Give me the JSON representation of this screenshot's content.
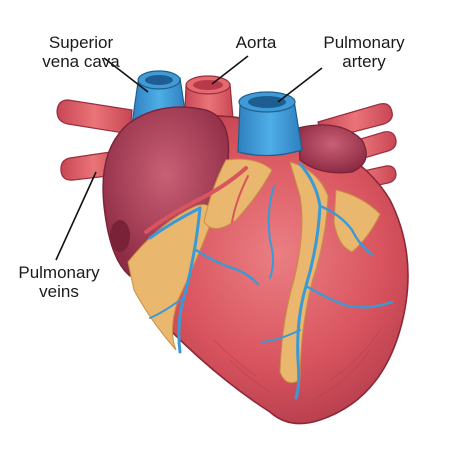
{
  "labels": {
    "superior_vena_cava": {
      "line1": "Superior",
      "line2": "vena cava"
    },
    "aorta": {
      "line1": "Aorta"
    },
    "pulmonary_artery": {
      "line1": "Pulmonary",
      "line2": "artery"
    },
    "pulmonary_veins": {
      "line1": "Pulmonary",
      "line2": "veins"
    }
  },
  "colors": {
    "background": "#ffffff",
    "heart_muscle": "#d9545e",
    "heart_dark": "#a8324a",
    "atrium": "#b44458",
    "vein_blue": "#3b9ad6",
    "artery_red": "#d9545e",
    "fat_tissue": "#e9b76d",
    "leader_line": "#111111"
  }
}
